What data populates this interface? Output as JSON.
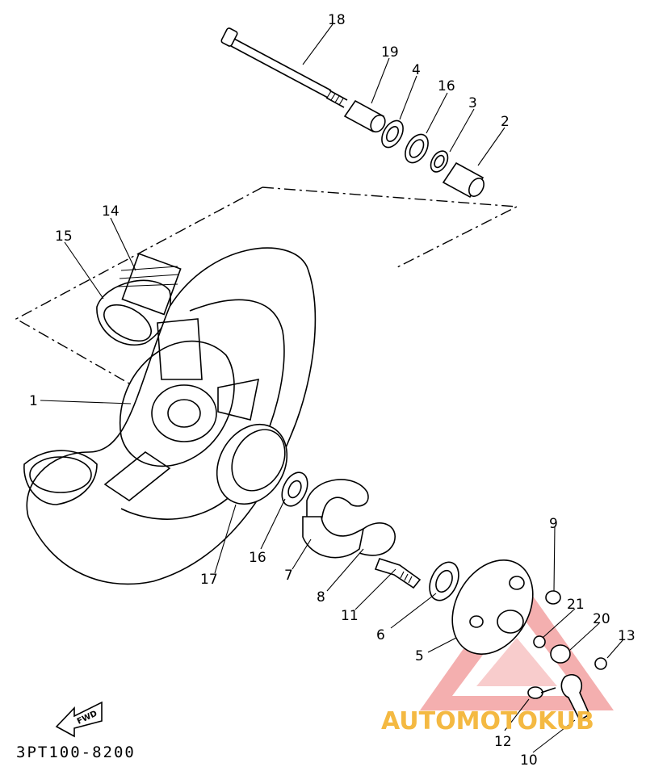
{
  "diagram": {
    "part_labels": [
      {
        "id": "18",
        "text": "18"
      },
      {
        "id": "19",
        "text": "19"
      },
      {
        "id": "4",
        "text": "4"
      },
      {
        "id": "16a",
        "text": "16"
      },
      {
        "id": "3",
        "text": "3"
      },
      {
        "id": "2",
        "text": "2"
      },
      {
        "id": "14",
        "text": "14"
      },
      {
        "id": "15",
        "text": "15"
      },
      {
        "id": "1",
        "text": "1"
      },
      {
        "id": "16b",
        "text": "16"
      },
      {
        "id": "17",
        "text": "17"
      },
      {
        "id": "7",
        "text": "7"
      },
      {
        "id": "8",
        "text": "8"
      },
      {
        "id": "11",
        "text": "11"
      },
      {
        "id": "6",
        "text": "6"
      },
      {
        "id": "5",
        "text": "5"
      },
      {
        "id": "9",
        "text": "9"
      },
      {
        "id": "21",
        "text": "21"
      },
      {
        "id": "20",
        "text": "20"
      },
      {
        "id": "13",
        "text": "13"
      },
      {
        "id": "12",
        "text": "12"
      },
      {
        "id": "10",
        "text": "10"
      }
    ],
    "diagram_code": "3PT100-8200",
    "fwd_arrow_text": "FWD",
    "watermark": {
      "text": "AUTOMOTOKUB",
      "brand_color": "#e63c3c",
      "accent_color": "#f4b942"
    }
  }
}
